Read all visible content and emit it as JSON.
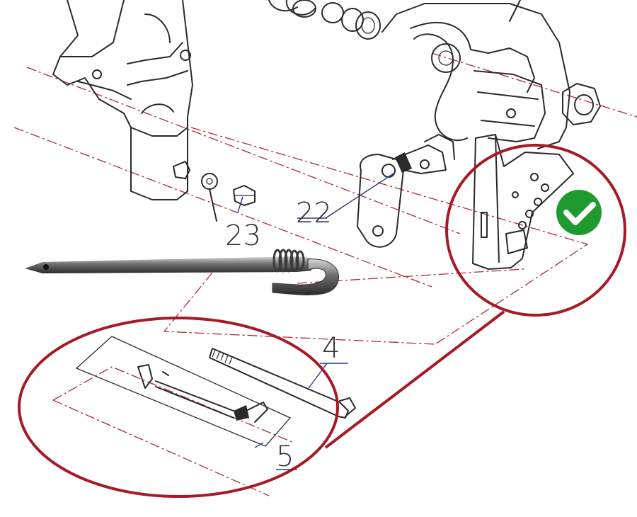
{
  "diagram": {
    "callouts": [
      {
        "id": "22",
        "label": "22"
      },
      {
        "id": "23",
        "label": "23"
      },
      {
        "id": "4",
        "label": "4"
      },
      {
        "id": "5",
        "label": "5"
      }
    ],
    "highlight_color": "#a51a24",
    "check_badge_color": "#1e9a2e",
    "check_icon": "checkmark-icon",
    "photo_part": "tilt-pin-photo"
  }
}
